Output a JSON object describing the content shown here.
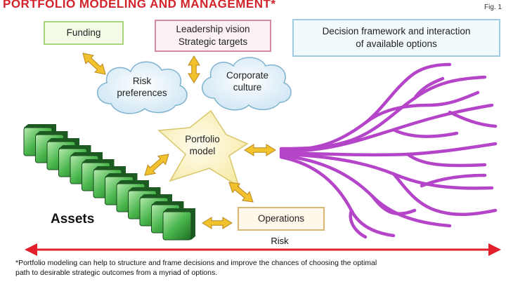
{
  "title": "PORTFOLIO MODELING AND MANAGEMENT*",
  "figure_label": "Fig. 1",
  "boxes": {
    "funding": "Funding",
    "leadership": "Leadership vision\nStrategic targets",
    "decision": "Decision framework and interaction\nof available options",
    "operations": "Operations"
  },
  "clouds": {
    "risk": "Risk\npreferences",
    "culture": "Corporate\nculture"
  },
  "star": "Portfolio\nmodel",
  "assets_label": "Assets",
  "risk_label": "Risk",
  "footnote": "*Portfolio modeling can help to structure and frame decisions and improve the chances of choosing the optimal\npath to desirable strategic outcomes from a myriad of options.",
  "colors": {
    "title": "#d2232a",
    "risk_arrow": "#e2202b",
    "double_arrow": "#f2c12e",
    "branches": "#b545c8",
    "asset_green": "#3faa44"
  }
}
